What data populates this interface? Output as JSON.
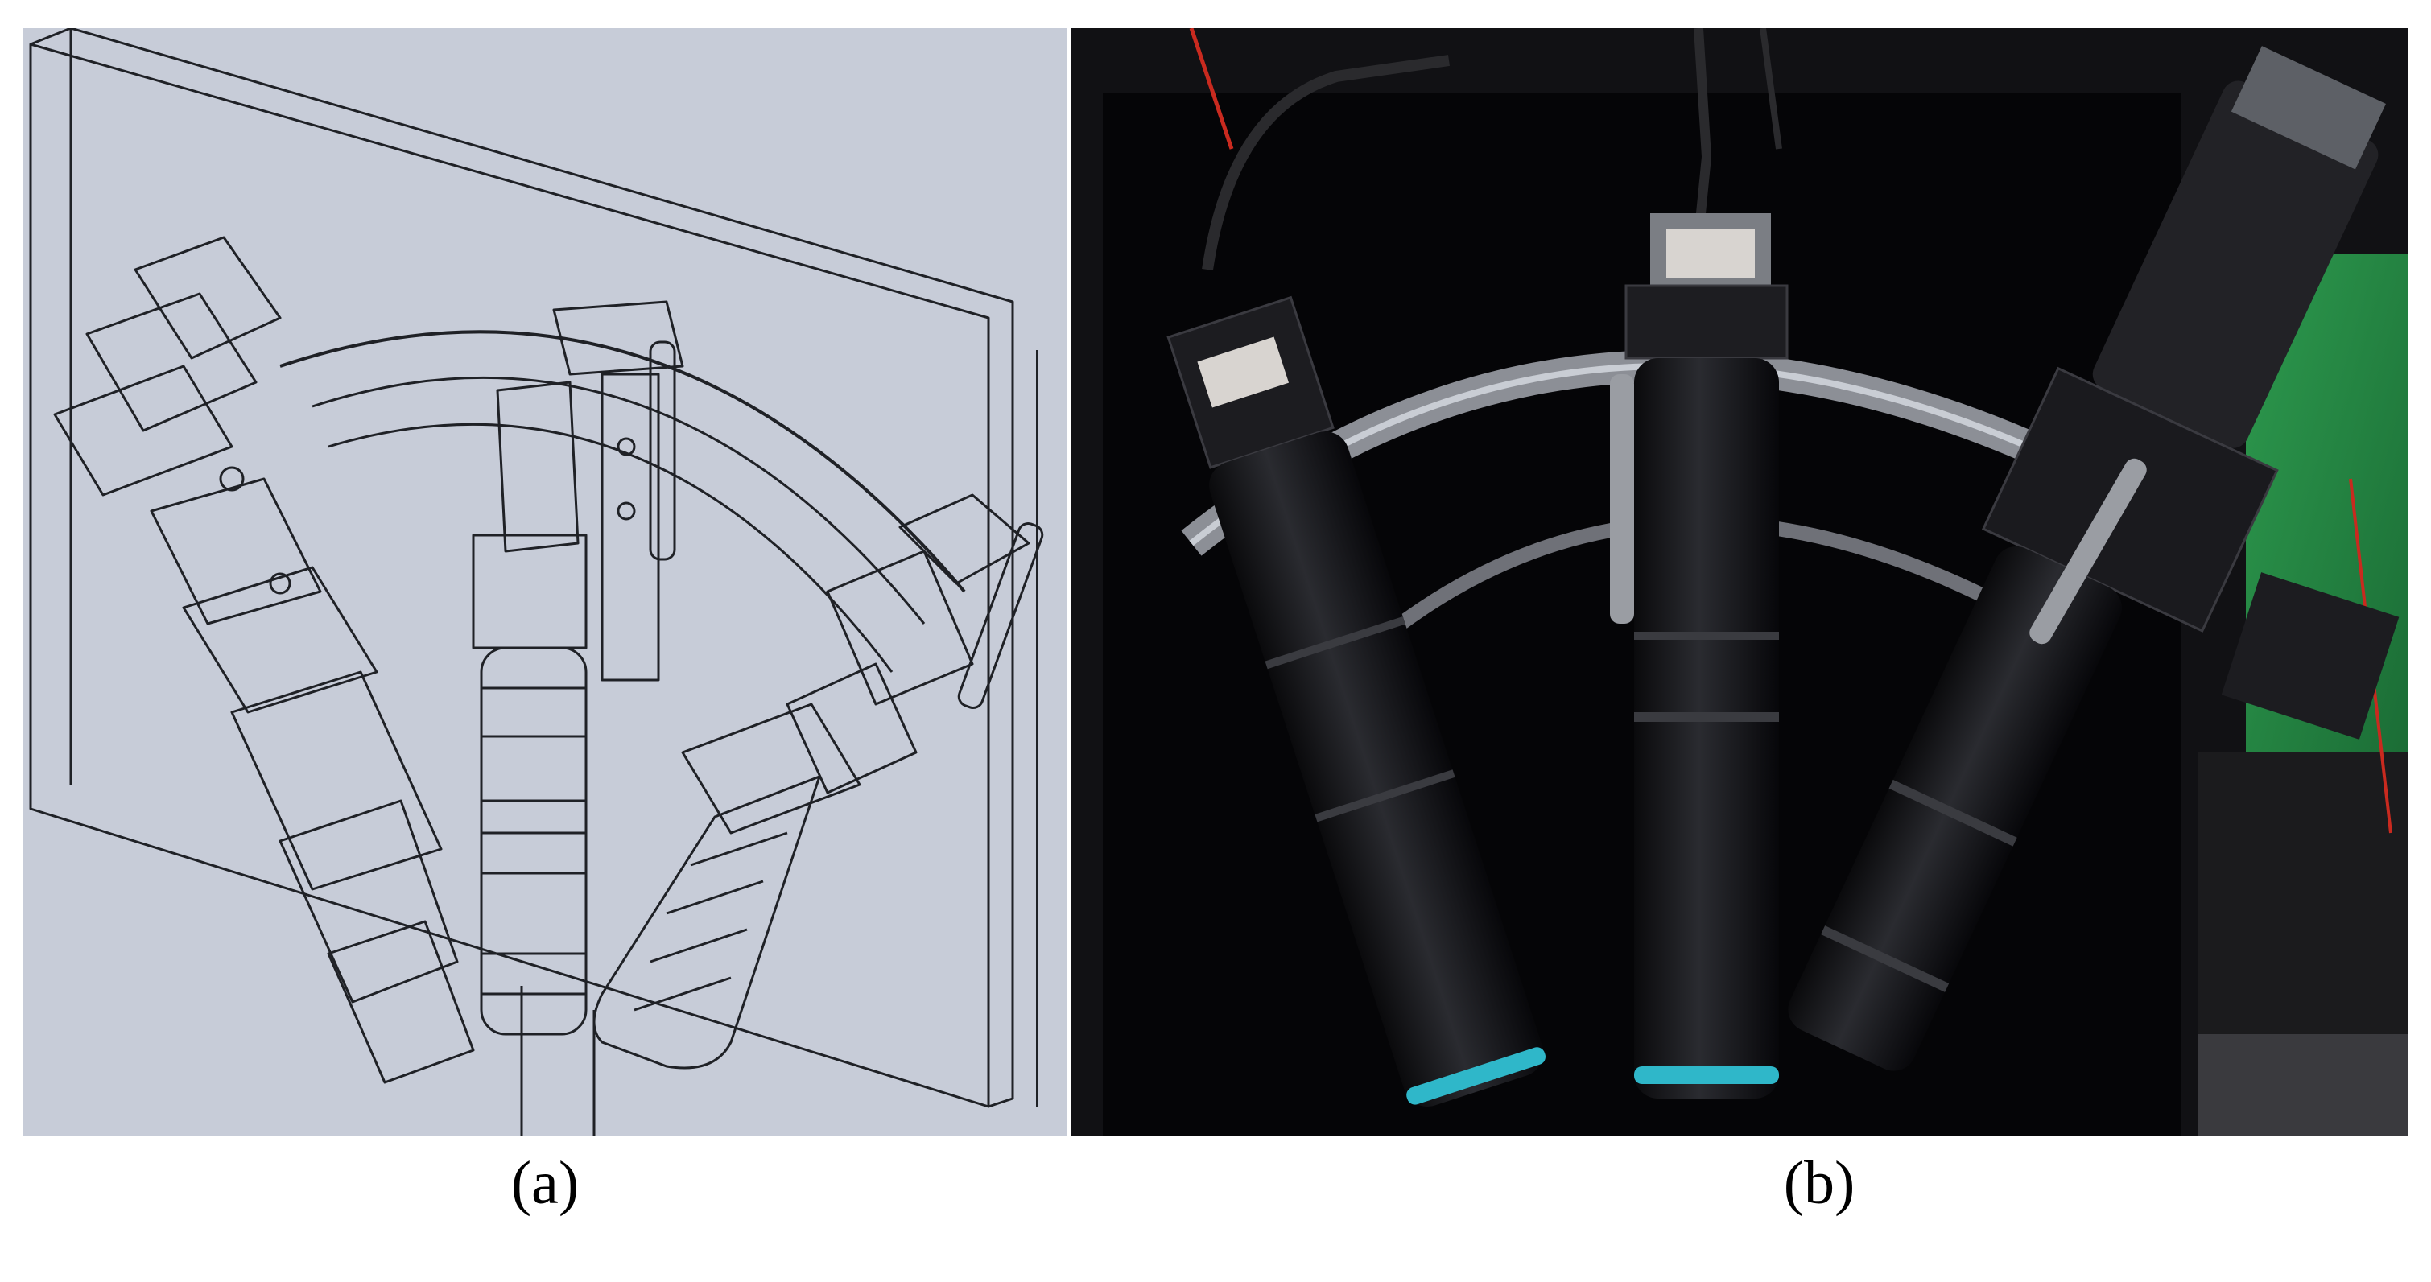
{
  "figure": {
    "panels": [
      {
        "id": "a",
        "label": "(a)",
        "content": "cad-line-drawing"
      },
      {
        "id": "b",
        "label": "(b)",
        "content": "photograph"
      }
    ]
  },
  "colors": {
    "cad_background": "#c7ccd8",
    "cad_line": "#1f2126",
    "photo_background": "#0b0b0d",
    "lens_ring_accent": "#2fb7c9",
    "label_text": "#000000"
  }
}
